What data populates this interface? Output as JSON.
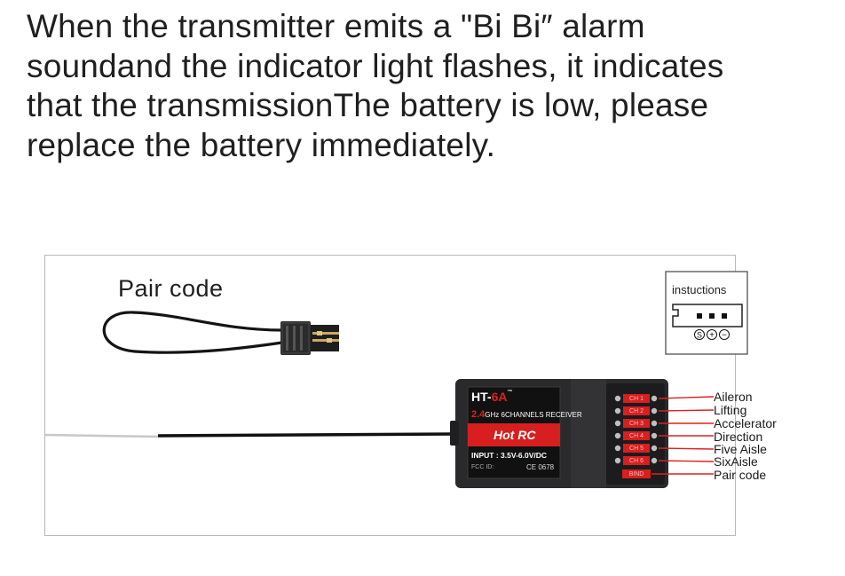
{
  "headline": {
    "lines": [
      "When the transmitter emits a \"Bi Bi″ alarm",
      "soundand the indicator light flashes, it indicates",
      "that the transmissionThe battery is low, please",
      "replace the battery immediately."
    ]
  },
  "pair_code": {
    "title": "Pair code"
  },
  "instructions": {
    "label": "instuctions",
    "pins": [
      "S",
      "+",
      "−"
    ]
  },
  "receiver": {
    "model_prefix": "HT-",
    "model_suffix": "6A",
    "tm": "™",
    "band": "2.4",
    "band_rest": "GHz 6CHANNELS RECEIVER",
    "brand": "Hot RC",
    "input": "INPUT : 3.5V-6.0V/DC",
    "fcc": "FCC ID:",
    "ce": "CE 0678",
    "channels": [
      "CH 1",
      "CH 2",
      "CH 3",
      "CH 4",
      "CH 5",
      "CH 6"
    ],
    "bind": "BIND"
  },
  "channel_labels": [
    "Aileron",
    "Lifting",
    "Accelerator",
    "Direction",
    "Five Aisle",
    "SixAisle",
    "Pair code"
  ],
  "colors": {
    "red": "#e0201f",
    "body": "#2a2a2c",
    "lines": "#e0201f"
  }
}
